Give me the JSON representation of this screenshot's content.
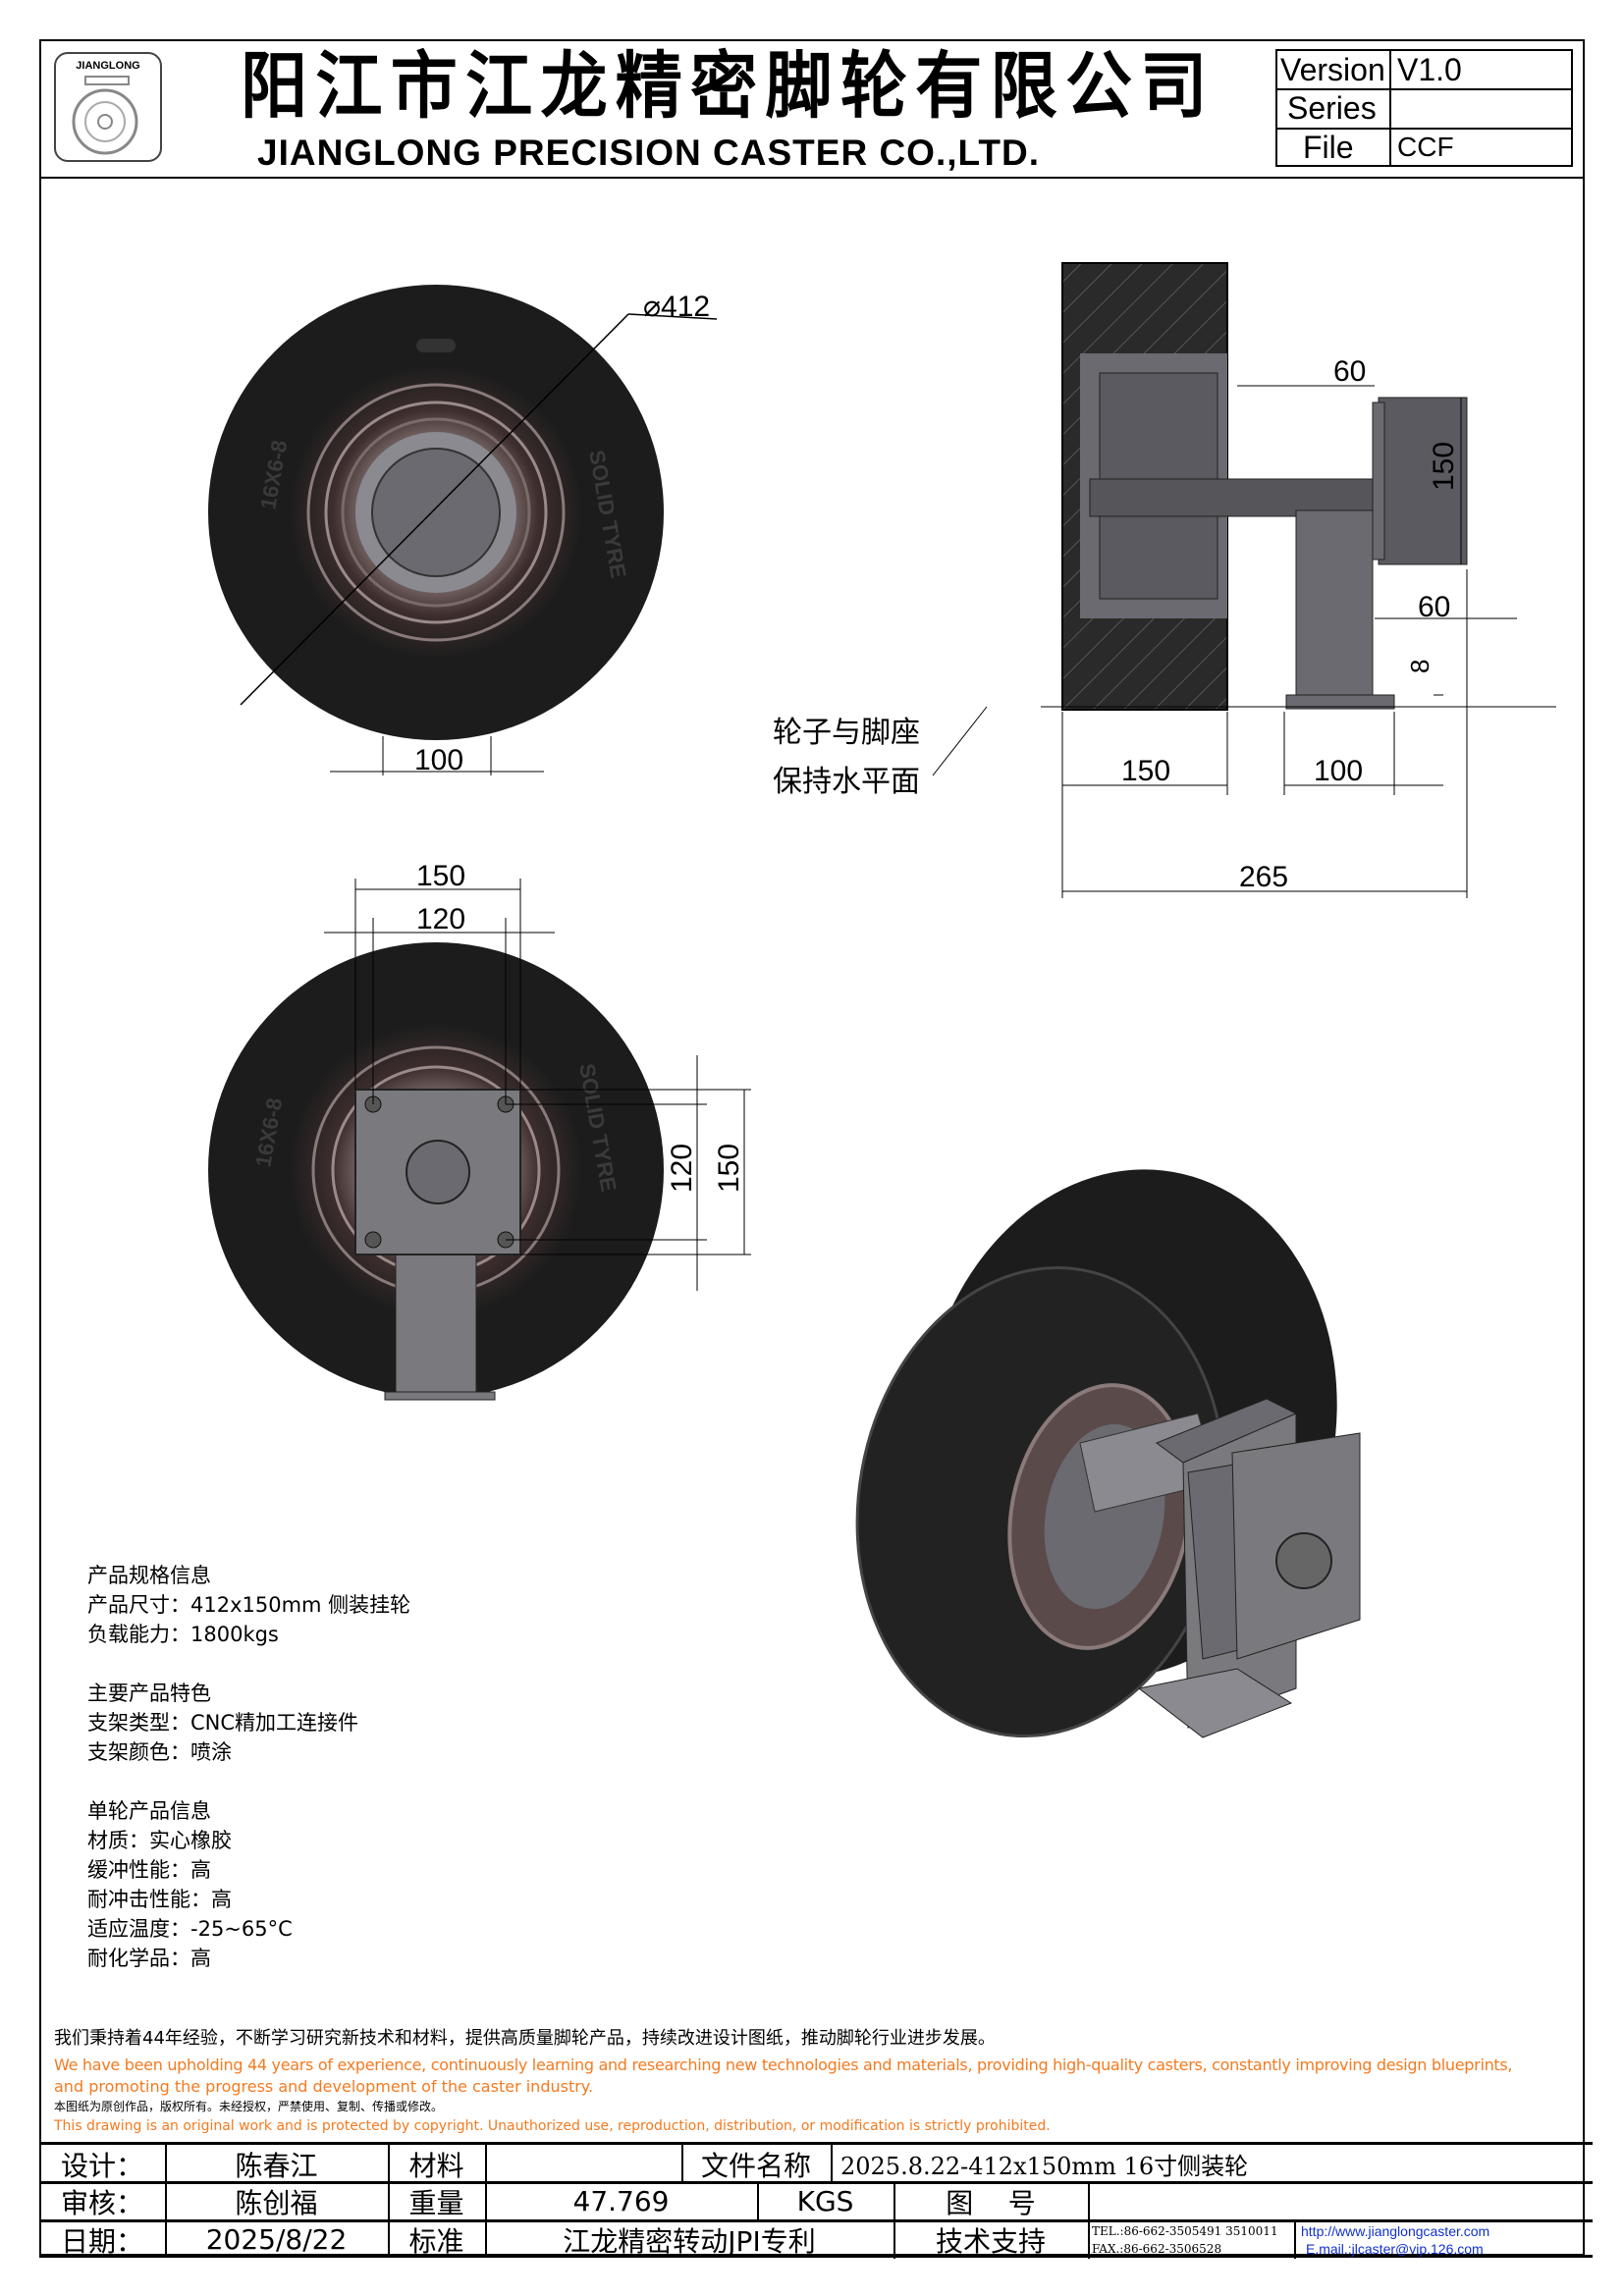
{
  "header": {
    "logo_text": "JIANGLONG",
    "company_cn": "阳江市江龙精密脚轮有限公司",
    "company_en": "JIANGLONG PRECISION CASTER CO.,LTD.",
    "version_label": "Version",
    "version_value": "V1.0",
    "series_label": "Series",
    "series_value": "",
    "file_label": "File",
    "file_value": "CCF"
  },
  "drawing": {
    "tire_size": "16X6-8",
    "tire_brand": "SOLID TYRE",
    "front_view": {
      "diameter": "⌀412",
      "width_dim": "100"
    },
    "side_view": {
      "dim_axle": "60",
      "dim_plate_height": "150",
      "dim_plate_width": "60",
      "dim_offset": "8",
      "dim_wheel": "150",
      "dim_base": "100",
      "dim_total": "265",
      "note_line1": "轮子与脚座",
      "note_line2": "保持水平面"
    },
    "rear_view": {
      "dim_outer_w": "150",
      "dim_inner_w": "120",
      "dim_inner_h": "120",
      "dim_outer_h": "150"
    }
  },
  "specs": [
    "产品规格信息",
    "产品尺寸：412x150mm 侧装挂轮",
    "负载能力：1800kgs",
    "",
    "主要产品特色",
    "支架类型：CNC精加工连接件",
    "支架颜色：喷涂",
    "",
    "单轮产品信息",
    "材质：实心橡胶",
    "缓冲性能：高",
    "耐冲击性能：高",
    "适应温度：-25~65°C",
    "耐化学品：高"
  ],
  "statement": {
    "cn": "我们秉持着44年经验，不断学习研究新技术和材料，提供高质量脚轮产品，持续改进设计图纸，推动脚轮行业进步发展。",
    "en_line1": "We have been upholding 44 years of experience, continuously learning and researching new technologies and materials, providing high-quality casters, constantly improving design blueprints,",
    "en_line2": "and promoting the progress and development of the caster industry.",
    "copyright_cn": "本图纸为原创作品，版权所有。未经授权，严禁使用、复制、传播或修改。",
    "copyright_en": "This drawing is an original work and is protected by copyright. Unauthorized use, reproduction, distribution, or modification is strictly prohibited."
  },
  "title_block": {
    "design_label": "设计：",
    "designer": "陈春江",
    "material_label": "材料",
    "material": "",
    "filename_label": "文件名称",
    "filename": "2025.8.22-412x150mm 16寸侧装轮",
    "review_label": "审核：",
    "reviewer": "陈创福",
    "weight_label": "重量",
    "weight": "47.769",
    "weight_unit": "KGS",
    "drawing_no_label": "图    号",
    "drawing_no": "",
    "date_label": "日期：",
    "date": "2025/8/22",
    "standard_label": "标准",
    "standard": "江龙精密转动JPI专利",
    "support_label": "技术支持",
    "tel": "TEL.:86-662-3505491 3510011",
    "fax": "FAX.:86-662-3506528",
    "website": "http://www.jianglongcaster.com",
    "email": "E.mail.:jlcaster@vip.126.com"
  },
  "colors": {
    "accent_orange": "#f47a20",
    "link_blue": "#1030d0",
    "tire": "#1c1c1c",
    "metal": "#7a7a7e",
    "rim": "#5a4a4a"
  }
}
